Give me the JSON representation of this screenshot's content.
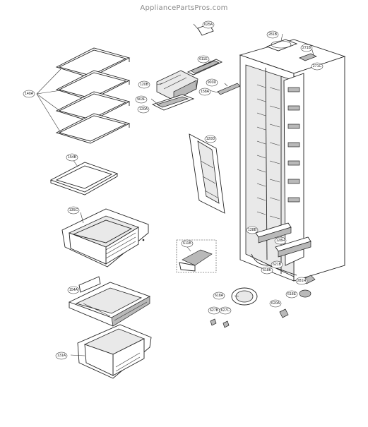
{
  "watermark": "AppliancePartsPros.com",
  "callouts": [
    {
      "id": "625A"
    },
    {
      "id": "281B"
    },
    {
      "id": "271B"
    },
    {
      "id": "271C"
    },
    {
      "id": "611E"
    },
    {
      "id": "120B"
    },
    {
      "id": "903D"
    },
    {
      "id": "903F"
    },
    {
      "id": "158A"
    },
    {
      "id": "120A"
    },
    {
      "id": "140A"
    },
    {
      "id": "120D"
    },
    {
      "id": "154B"
    },
    {
      "id": "135C"
    },
    {
      "id": "611B"
    },
    {
      "id": "128B"
    },
    {
      "id": "128H"
    },
    {
      "id": "621B"
    },
    {
      "id": "618K"
    },
    {
      "id": "154A"
    },
    {
      "id": "281H"
    },
    {
      "id": "618A"
    },
    {
      "id": "618E"
    },
    {
      "id": "627B"
    },
    {
      "id": "627C"
    },
    {
      "id": "620A"
    },
    {
      "id": "131A"
    }
  ]
}
